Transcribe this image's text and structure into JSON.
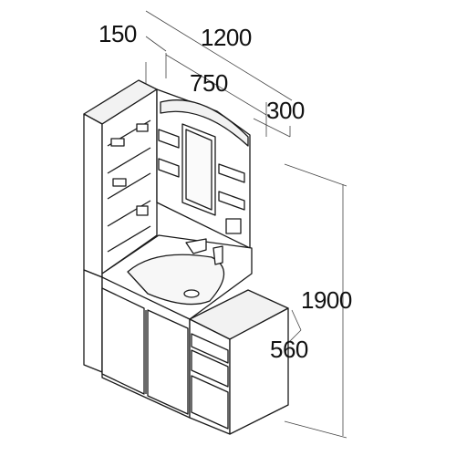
{
  "dimensions": {
    "side_cabinet_width": "150",
    "total_width": "1200",
    "vanity_width": "750",
    "mirror_depth": "300",
    "total_height": "1900",
    "base_depth": "560"
  },
  "colors": {
    "line": "#1a1a1a",
    "dim_line": "#444444",
    "fill": "#ffffff",
    "shade": "#f2f2f2"
  }
}
